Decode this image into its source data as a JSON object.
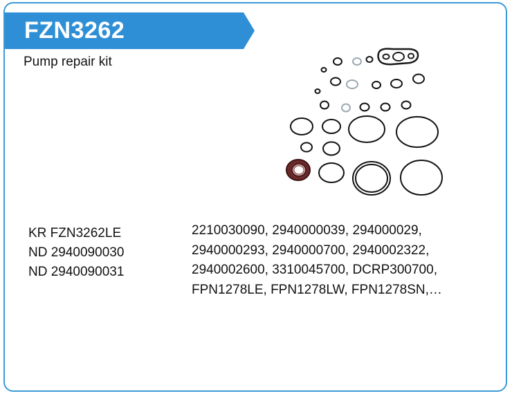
{
  "product": {
    "code": "FZN3262",
    "description": "Pump repair kit"
  },
  "brand_color": "#2f8fd6",
  "image": {
    "icon": "pump-repair-kit-seals-picture"
  },
  "cross_references": [
    "KR FZN3262LE",
    "ND 2940090030",
    "ND 2940090031"
  ],
  "applications": [
    "2210030090, 2940000039, 294000029,",
    "2940000293, 2940000700, 2940002322,",
    "2940002600, 3310045700, DCRP300700,",
    "FPN1278LE, FPN1278LW, FPN1278SN,…"
  ]
}
